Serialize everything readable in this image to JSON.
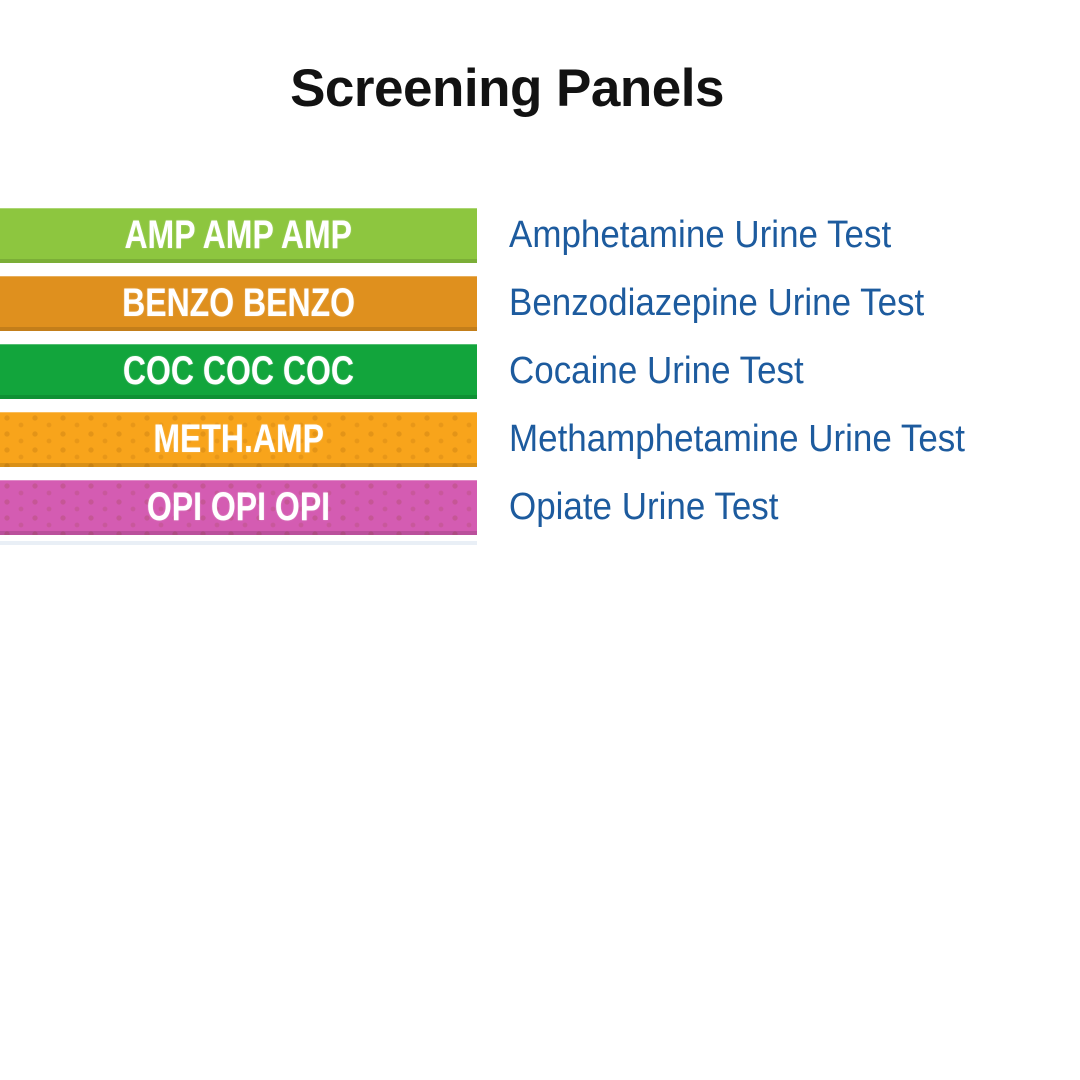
{
  "page": {
    "title": "Screening Panels"
  },
  "colors": {
    "background": "#ffffff",
    "title_text": "#121212",
    "band_label_text": "#ffffff",
    "test_name_text": "#1d5b9e"
  },
  "panels": [
    {
      "code": "AMP AMP AMP",
      "name": "Amphetamine Urine Test",
      "color": "#8dc63f"
    },
    {
      "code": "BENZO BENZO",
      "name": "Benzodiazepine Urine Test",
      "color": "#df901e"
    },
    {
      "code": "COC COC COC",
      "name": "Cocaine Urine Test",
      "color": "#12a53c"
    },
    {
      "code": "METH.AMP",
      "name": "Methamphetamine Urine Test",
      "color": "#f8a41b"
    },
    {
      "code": "OPI OPI OPI",
      "name": "Opiate Urine Test",
      "color": "#d45cb2"
    }
  ]
}
